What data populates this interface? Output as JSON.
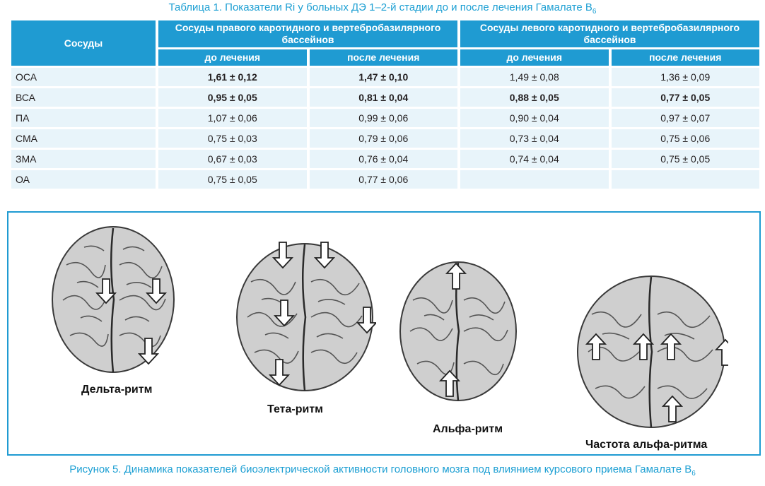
{
  "table_caption": "Таблица 1.  Показатели Ri у больных ДЭ 1–2-й стадии до и после лечения Гамалате В",
  "table_caption_sub": "6",
  "table": {
    "header_vessels": "Сосуды",
    "group_right": "Сосуды правого каротидного и вертебробазилярного бассейнов",
    "group_left": "Сосуды левого каротидного и вертебробазилярного бассейнов",
    "before": "до лечения",
    "after": "после лечения",
    "rows": [
      {
        "name": "ОСА",
        "r_before": "1,61 ± 0,12",
        "r_after": "1,47 ± 0,10",
        "l_before": "1,49 ± 0,08",
        "l_after": "1,36 ± 0,09"
      },
      {
        "name": "ВСА",
        "r_before": "0,95 ± 0,05",
        "r_after": "0,81 ± 0,04",
        "l_before": "0,88 ± 0,05",
        "l_after": "0,77 ± 0,05"
      },
      {
        "name": "ПА",
        "r_before": "1,07 ± 0,06",
        "r_after": "0,99 ± 0,06",
        "l_before": "0,90 ± 0,04",
        "l_after": "0,97 ± 0,07"
      },
      {
        "name": "СМА",
        "r_before": "0,75 ± 0,03",
        "r_after": "0,79 ± 0,06",
        "l_before": "0,73 ± 0,04",
        "l_after": "0,75 ± 0,06"
      },
      {
        "name": "ЗМА",
        "r_before": "0,67 ± 0,03",
        "r_after": "0,76 ± 0,04",
        "l_before": "0,74 ± 0,04",
        "l_after": "0,75 ± 0,05"
      },
      {
        "name": "ОА",
        "r_before": "0,75 ± 0,05",
        "r_after": "0,77 ± 0,06",
        "l_before": "",
        "l_after": ""
      }
    ]
  },
  "figure": {
    "labels": {
      "delta": "Дельта-ритм",
      "theta": "Тета-ритм",
      "alpha": "Альфа-ритм",
      "alpha_freq": "Частота альфа-ритма"
    },
    "arrow_directions": {
      "delta": [
        "down",
        "down",
        "down"
      ],
      "theta": [
        "down",
        "down",
        "down",
        "down",
        "down"
      ],
      "alpha": [
        "up",
        "up"
      ],
      "alpha_freq": [
        "up",
        "up",
        "up",
        "up",
        "up"
      ]
    }
  },
  "figure_caption": "Рисунок 5.  Динамика показателей биоэлектрической активности головного мозга под влиянием курсового приема Гамалате В",
  "figure_caption_sub": "6"
}
